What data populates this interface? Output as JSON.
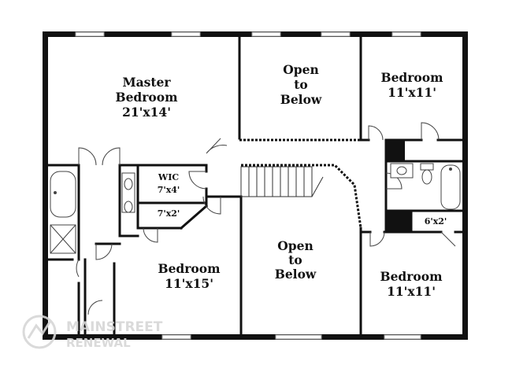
{
  "rooms": {
    "master": {
      "name1": "Master",
      "name2": "Bedroom",
      "size": "21'x14'"
    },
    "open_top": {
      "line1": "Open",
      "line2": "to",
      "line3": "Below"
    },
    "bedroom_ne": {
      "name": "Bedroom",
      "size": "11'x11'"
    },
    "wic": {
      "name": "WIC",
      "size": "7'x4'"
    },
    "closet_small": {
      "size": "7'x2'"
    },
    "bedroom_sw": {
      "name": "Bedroom",
      "size": "11'x15'"
    },
    "open_bottom": {
      "line1": "Open",
      "line2": "to",
      "line3": "Below"
    },
    "bedroom_se": {
      "name": "Bedroom",
      "size": "11'x11'"
    },
    "closet_se": {
      "size": "6'x2'"
    }
  },
  "watermark": {
    "line1": "MAINSTREET",
    "line2": "RENEWAL"
  },
  "colors": {
    "wall": "#111111",
    "line": "#333333",
    "window": "#bdbdbd",
    "watermark": "#d6d6d6"
  }
}
